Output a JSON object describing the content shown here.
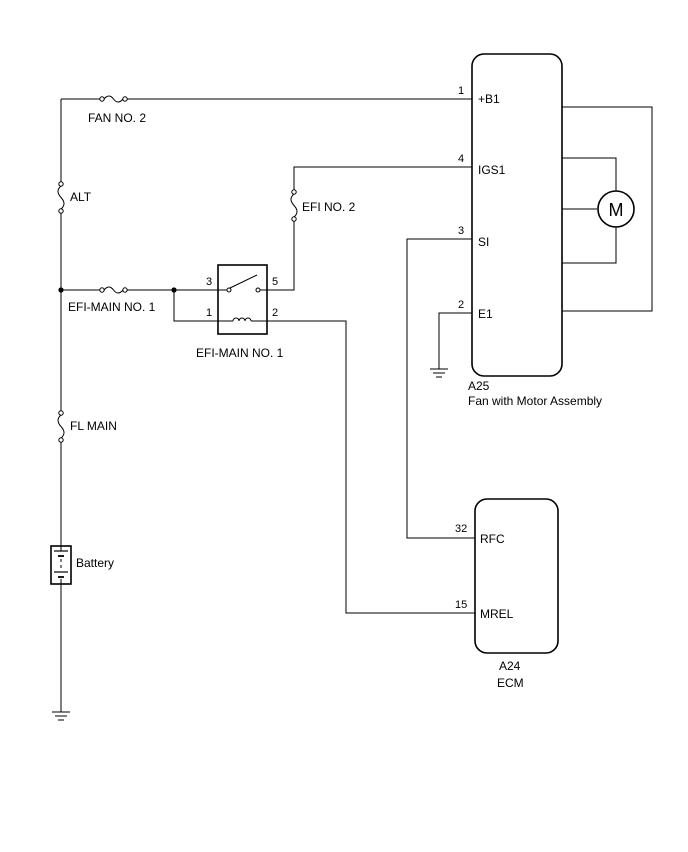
{
  "fuses": {
    "fan_no2": "FAN NO. 2",
    "alt": "ALT",
    "efi_no2": "EFI NO. 2",
    "efi_main_no1": "EFI-MAIN NO. 1",
    "fl_main": "FL MAIN"
  },
  "relay": {
    "label": "EFI-MAIN NO. 1",
    "pins": [
      "3",
      "5",
      "1",
      "2"
    ]
  },
  "battery": {
    "label": "Battery"
  },
  "fan_assembly": {
    "code": "A25",
    "name": "Fan with Motor Assembly",
    "motor_symbol": "M",
    "pins": [
      {
        "num": "1",
        "name": "+B1"
      },
      {
        "num": "4",
        "name": "IGS1"
      },
      {
        "num": "3",
        "name": "SI"
      },
      {
        "num": "2",
        "name": "E1"
      }
    ]
  },
  "ecm": {
    "code": "A24",
    "name": "ECM",
    "pins": [
      {
        "num": "32",
        "name": "RFC"
      },
      {
        "num": "15",
        "name": "MREL"
      }
    ]
  }
}
